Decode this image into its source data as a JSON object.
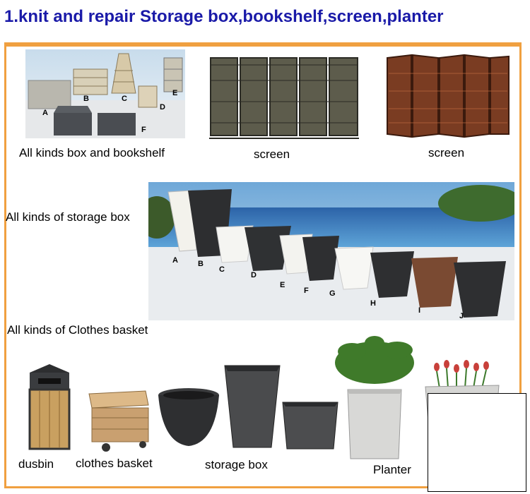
{
  "header": {
    "title": "1.knit and repair Storage box,bookshelf,screen,planter"
  },
  "labels": {
    "box_bookshelf": "All kinds box and bookshelf",
    "screen_1": "screen",
    "screen_2": "screen",
    "storage_box_row": "All kinds of storage box",
    "clothes_basket_row": "All kinds of Clothes basket",
    "dusbin": "dusbin",
    "clothes_basket": "clothes basket",
    "storage_box": "storage box",
    "planter": "Planter"
  },
  "letters": {
    "bookshelf": [
      "A",
      "B",
      "C",
      "D",
      "E",
      "F"
    ],
    "storage": [
      "A",
      "B",
      "C",
      "D",
      "E",
      "F",
      "G",
      "H",
      "I",
      "J"
    ]
  },
  "colors": {
    "title": "#1a1aa8",
    "frame_border": "#f0a040",
    "screen_dark": "#3b3a34",
    "screen_brown": "#6b3520",
    "pool_blue": "#2f6fb3",
    "wicker_dark": "#2e2f31",
    "wicker_white": "#f2f2ee",
    "wicker_brown": "#7a4a32",
    "wood": "#c9a070"
  }
}
